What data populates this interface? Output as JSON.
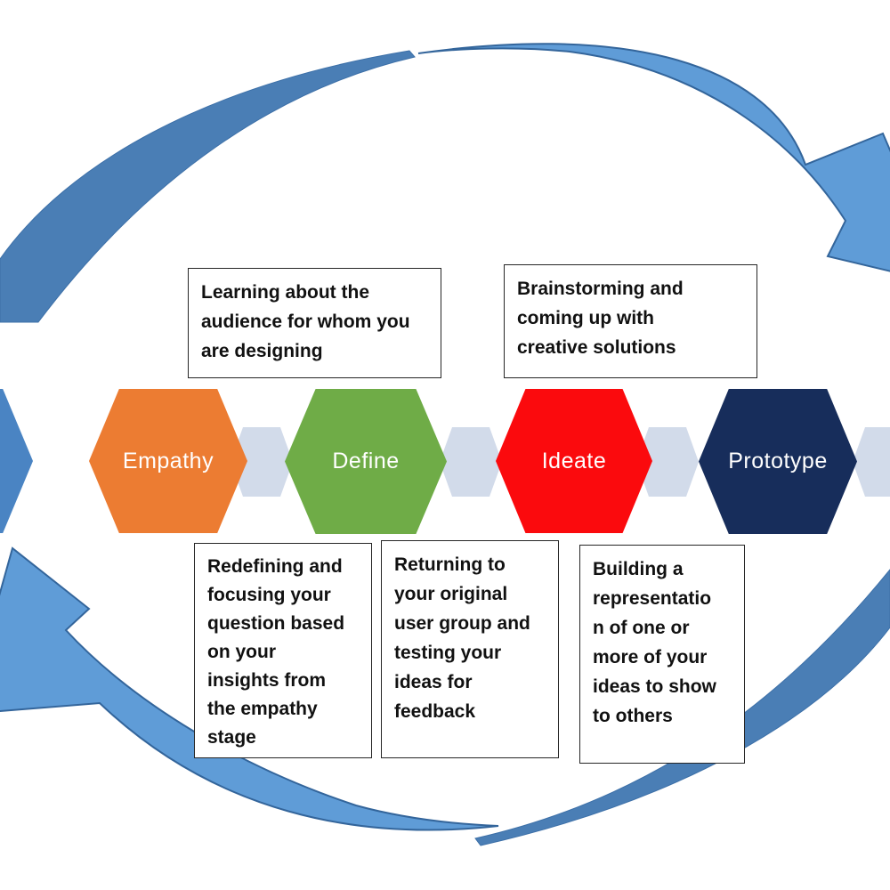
{
  "stages": [
    {
      "label": "Empathy",
      "fill": "#EC7C32",
      "text_color": "#FFFFFF"
    },
    {
      "label": "Define",
      "fill": "#6FAC47",
      "text_color": "#FFFFFF"
    },
    {
      "label": "Ideate",
      "fill": "#FB0A0D",
      "text_color": "#FFFFFF"
    },
    {
      "label": "Prototype",
      "fill": "#172D5B",
      "text_color": "#FFFFFF"
    }
  ],
  "partial_stage_fill": "#4A84C3",
  "connector_fill": "#D2DBEA",
  "callouts_top": [
    {
      "text": "Learning about the\naudience for whom you\nare designing"
    },
    {
      "text": "Brainstorming and\ncoming up with\ncreative solutions"
    }
  ],
  "callouts_bottom": [
    {
      "text": "Redefining and\nfocusing your\nquestion based\non your\ninsights from\nthe empathy\nstage"
    },
    {
      "text": "Returning to\nyour original\nuser group and\ntesting your\nideas for\nfeedback"
    },
    {
      "text": "Building a\nrepresentatio\nn of one or\nmore of your\nideas to show\nto others"
    }
  ],
  "cycle_arrows": {
    "tail_fill": "#4A7EB5",
    "head_fill": "#5F9CD7",
    "outline": "#33659B"
  }
}
